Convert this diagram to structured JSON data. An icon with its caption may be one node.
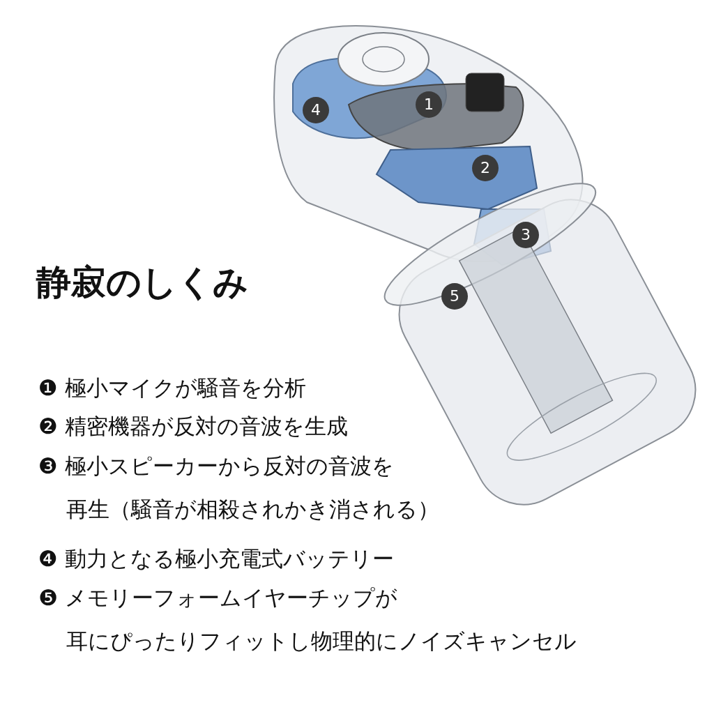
{
  "diagram": {
    "title": "静寂のしくみ",
    "labels": [
      "1",
      "4",
      "2",
      "3",
      "5",
      "❶ 極小マイクが騒音を分析",
      "❷ 精密機器が反対の音波を生成",
      "❸ 極小スピーカーから反対の音波を再生（騒音が相殺されかき消される）",
      "❹ 動力となる極小充電式バッテリー",
      "❺ メモリーフォームイヤーチップが耳にぴったりフィットし物理的にノイズキャンセル"
    ]
  }
}
